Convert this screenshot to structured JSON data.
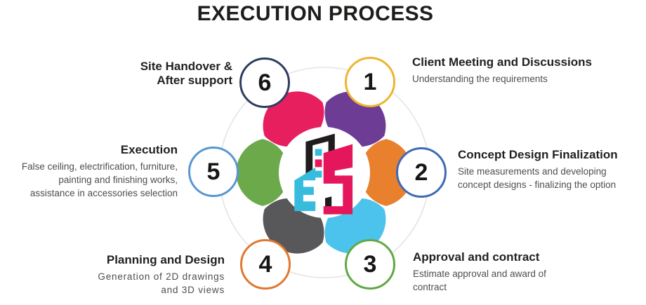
{
  "title": "EXECUTION PROCESS",
  "steps": [
    {
      "number": "1",
      "heading": "Client Meeting and Discussions",
      "description": "Understanding the requirements",
      "circle_border_color": "#edb52e",
      "petal_name": "purple",
      "petal_color": "#6d3d96"
    },
    {
      "number": "2",
      "heading": "Concept Design Finalization",
      "description": "Site measurements and developing\nconcept designs - finalizing the option",
      "circle_border_color": "#3f6ab3",
      "petal_name": "orange",
      "petal_color": "#e8802e"
    },
    {
      "number": "3",
      "heading": "Approval and contract",
      "description": "Estimate approval and award of\ncontract",
      "circle_border_color": "#60a843",
      "petal_name": "cyan",
      "petal_color": "#4cc3ec"
    },
    {
      "number": "4",
      "heading": "Planning and Design",
      "description": "Generation of 2D drawings\nand 3D views",
      "circle_border_color": "#e0782f",
      "petal_name": "gray",
      "petal_color": "#58585a"
    },
    {
      "number": "5",
      "heading": "Execution",
      "description": "False ceiling, electrification, furniture,\npainting and finishing works,\nassistance in accessories selection",
      "circle_border_color": "#5897d2",
      "petal_name": "green",
      "petal_color": "#6ca94b"
    },
    {
      "number": "6",
      "heading": "Site Handover &\nAfter support",
      "description": "",
      "circle_border_color": "#2e3d60",
      "petal_name": "pink",
      "petal_color": "#e81f5f"
    }
  ],
  "flower": {
    "outer_ring_color": "#e4e4e4",
    "center_fill": "#ffffff",
    "logo_colors": {
      "dark": "#1f1c1d",
      "cyan": "#38bcde",
      "pink": "#e5175c"
    }
  },
  "text_colors": {
    "title": "#1d1d1b",
    "heading": "#231f20",
    "description": "#4e4e50"
  }
}
